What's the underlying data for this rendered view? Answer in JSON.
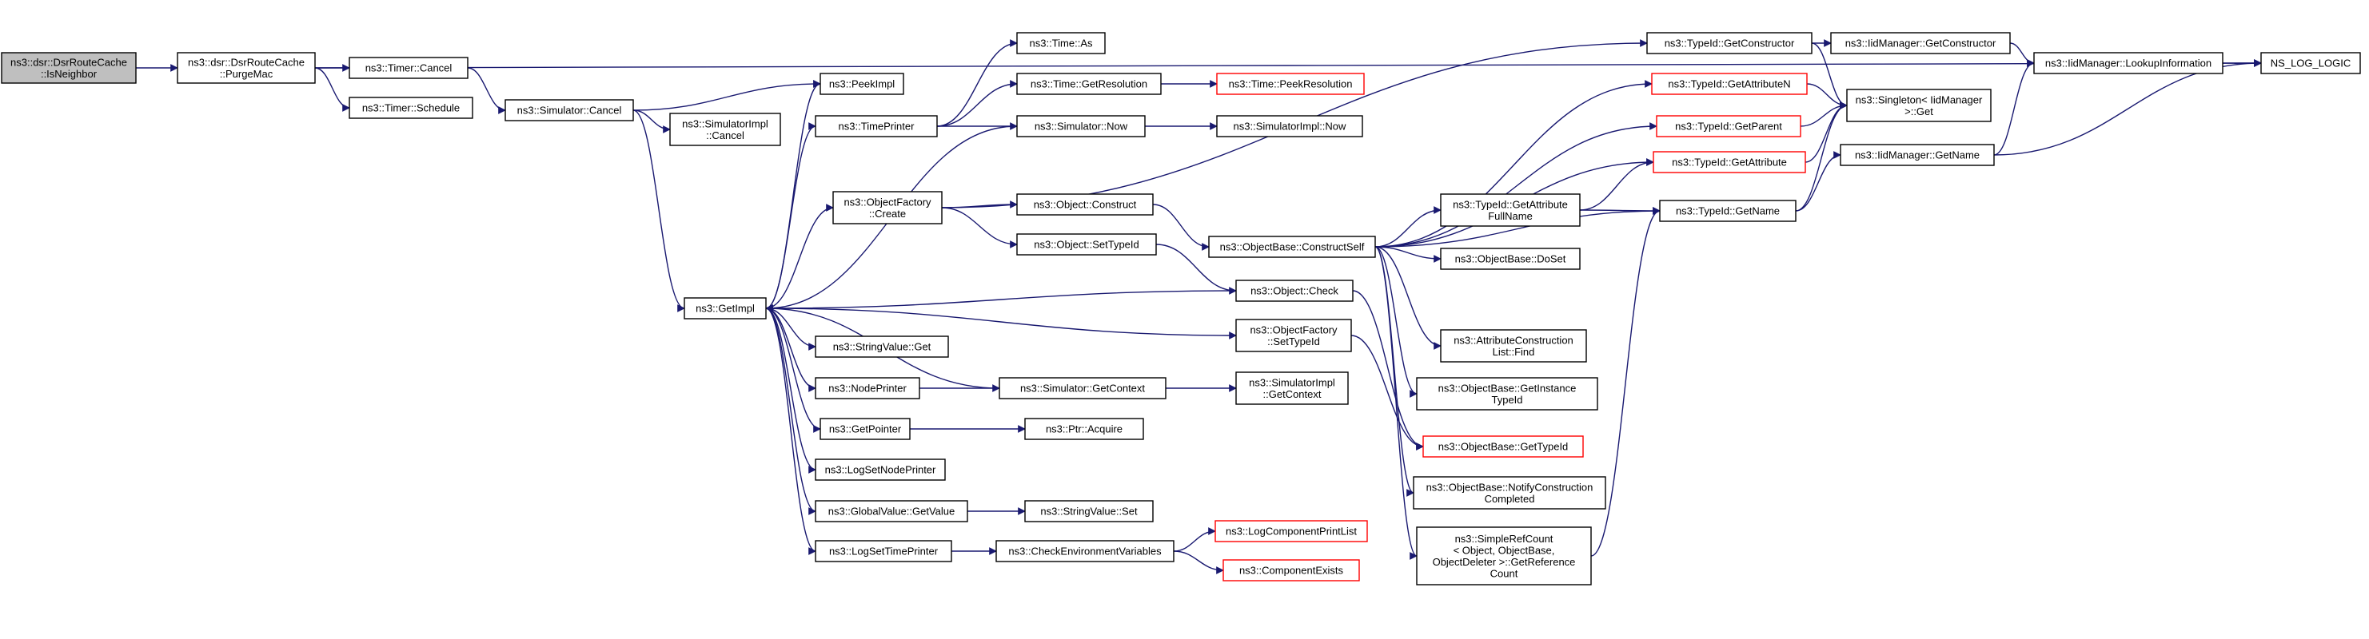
{
  "colors": {
    "edge": "#191970",
    "box_normal": "#000000",
    "box_truncated": "#ff0000",
    "root_fill": "#bfbfbf",
    "fill": "#ffffff"
  },
  "nodes": [
    {
      "id": "isneighbor",
      "lines": [
        "ns3::dsr::DsrRouteCache",
        "::IsNeighbor"
      ],
      "style": "root"
    },
    {
      "id": "purgemac",
      "lines": [
        "ns3::dsr::DsrRouteCache",
        "::PurgeMac"
      ],
      "style": "normal"
    },
    {
      "id": "timercancel",
      "lines": [
        "ns3::Timer::Cancel"
      ],
      "style": "normal"
    },
    {
      "id": "timerschedule",
      "lines": [
        "ns3::Timer::Schedule"
      ],
      "style": "normal"
    },
    {
      "id": "simcancel",
      "lines": [
        "ns3::Simulator::Cancel"
      ],
      "style": "normal"
    },
    {
      "id": "simimplcancel",
      "lines": [
        "ns3::SimulatorImpl",
        "::Cancel"
      ],
      "style": "normal"
    },
    {
      "id": "peekimpl",
      "lines": [
        "ns3::PeekImpl"
      ],
      "style": "normal"
    },
    {
      "id": "getimpl",
      "lines": [
        "ns3::GetImpl"
      ],
      "style": "normal"
    },
    {
      "id": "timeprinter",
      "lines": [
        "ns3::TimePrinter"
      ],
      "style": "normal"
    },
    {
      "id": "timeas",
      "lines": [
        "ns3::Time::As"
      ],
      "style": "normal"
    },
    {
      "id": "timegetres",
      "lines": [
        "ns3::Time::GetResolution"
      ],
      "style": "normal"
    },
    {
      "id": "timepeekres",
      "lines": [
        "ns3::Time::PeekResolution"
      ],
      "style": "truncated"
    },
    {
      "id": "simnow",
      "lines": [
        "ns3::Simulator::Now"
      ],
      "style": "normal"
    },
    {
      "id": "simimplnow",
      "lines": [
        "ns3::SimulatorImpl::Now"
      ],
      "style": "normal"
    },
    {
      "id": "objfactcreate",
      "lines": [
        "ns3::ObjectFactory",
        "::Create"
      ],
      "style": "normal"
    },
    {
      "id": "objconstruct",
      "lines": [
        "ns3::Object::Construct"
      ],
      "style": "normal"
    },
    {
      "id": "objsettypeid",
      "lines": [
        "ns3::Object::SetTypeId"
      ],
      "style": "normal"
    },
    {
      "id": "objbaseconstructself",
      "lines": [
        "ns3::ObjectBase::ConstructSelf"
      ],
      "style": "normal"
    },
    {
      "id": "objcheck",
      "lines": [
        "ns3::Object::Check"
      ],
      "style": "normal"
    },
    {
      "id": "objfactsettypeid",
      "lines": [
        "ns3::ObjectFactory",
        "::SetTypeId"
      ],
      "style": "normal"
    },
    {
      "id": "stringvalueget",
      "lines": [
        "ns3::StringValue::Get"
      ],
      "style": "normal"
    },
    {
      "id": "nodeprinter",
      "lines": [
        "ns3::NodePrinter"
      ],
      "style": "normal"
    },
    {
      "id": "simgetcontext",
      "lines": [
        "ns3::Simulator::GetContext"
      ],
      "style": "normal"
    },
    {
      "id": "simimplgetcontext",
      "lines": [
        "ns3::SimulatorImpl",
        "::GetContext"
      ],
      "style": "normal"
    },
    {
      "id": "getpointer",
      "lines": [
        "ns3::GetPointer"
      ],
      "style": "normal"
    },
    {
      "id": "ptracquire",
      "lines": [
        "ns3::Ptr::Acquire"
      ],
      "style": "normal"
    },
    {
      "id": "logsetnodeprinter",
      "lines": [
        "ns3::LogSetNodePrinter"
      ],
      "style": "normal"
    },
    {
      "id": "globalvaluegetvalue",
      "lines": [
        "ns3::GlobalValue::GetValue"
      ],
      "style": "normal"
    },
    {
      "id": "stringvalueset",
      "lines": [
        "ns3::StringValue::Set"
      ],
      "style": "normal"
    },
    {
      "id": "logsettimeprinter",
      "lines": [
        "ns3::LogSetTimePrinter"
      ],
      "style": "normal"
    },
    {
      "id": "checkenvvars",
      "lines": [
        "ns3::CheckEnvironmentVariables"
      ],
      "style": "normal"
    },
    {
      "id": "logcomponentprintlist",
      "lines": [
        "ns3::LogComponentPrintList"
      ],
      "style": "truncated"
    },
    {
      "id": "componentexists",
      "lines": [
        "ns3::ComponentExists"
      ],
      "style": "truncated"
    },
    {
      "id": "typeidgetconstructor",
      "lines": [
        "ns3::TypeId::GetConstructor"
      ],
      "style": "normal"
    },
    {
      "id": "typeidgetattributen",
      "lines": [
        "ns3::TypeId::GetAttributeN"
      ],
      "style": "truncated"
    },
    {
      "id": "typeidgetparent",
      "lines": [
        "ns3::TypeId::GetParent"
      ],
      "style": "truncated"
    },
    {
      "id": "typeidgetattribute",
      "lines": [
        "ns3::TypeId::GetAttribute"
      ],
      "style": "truncated"
    },
    {
      "id": "typeidgetattrfullname",
      "lines": [
        "ns3::TypeId::GetAttribute",
        "FullName"
      ],
      "style": "normal"
    },
    {
      "id": "typeidgetname",
      "lines": [
        "ns3::TypeId::GetName"
      ],
      "style": "normal"
    },
    {
      "id": "objbasedoset",
      "lines": [
        "ns3::ObjectBase::DoSet"
      ],
      "style": "normal"
    },
    {
      "id": "attrconstructionlistfind",
      "lines": [
        "ns3::AttributeConstruction",
        "List::Find"
      ],
      "style": "normal"
    },
    {
      "id": "objbasegetinstancetypeid",
      "lines": [
        "ns3::ObjectBase::GetInstance",
        "TypeId"
      ],
      "style": "normal"
    },
    {
      "id": "objbasegettypeid",
      "lines": [
        "ns3::ObjectBase::GetTypeId"
      ],
      "style": "truncated"
    },
    {
      "id": "objbasenotifyconstruction",
      "lines": [
        "ns3::ObjectBase::NotifyConstruction",
        "Completed"
      ],
      "style": "normal"
    },
    {
      "id": "simplerefcount",
      "lines": [
        "ns3::SimpleRefCount",
        "< Object, ObjectBase,",
        "ObjectDeleter >::GetReference",
        "Count"
      ],
      "style": "normal"
    },
    {
      "id": "iidmanagergetconstructor",
      "lines": [
        "ns3::IidManager::GetConstructor"
      ],
      "style": "normal"
    },
    {
      "id": "singletonget",
      "lines": [
        "ns3::Singleton< IidManager",
        " >::Get"
      ],
      "style": "normal"
    },
    {
      "id": "iidmanagergetname",
      "lines": [
        "ns3::IidManager::GetName"
      ],
      "style": "normal"
    },
    {
      "id": "iidmanagerlookup",
      "lines": [
        "ns3::IidManager::LookupInformation"
      ],
      "style": "normal"
    },
    {
      "id": "nsloglogic",
      "lines": [
        "NS_LOG_LOGIC"
      ],
      "style": "normal"
    }
  ],
  "edges": [
    [
      "isneighbor",
      "purgemac"
    ],
    [
      "purgemac",
      "timercancel"
    ],
    [
      "purgemac",
      "timerschedule"
    ],
    [
      "purgemac",
      "nsloglogic"
    ],
    [
      "timercancel",
      "simcancel"
    ],
    [
      "simcancel",
      "simimplcancel"
    ],
    [
      "simcancel",
      "peekimpl"
    ],
    [
      "simcancel",
      "getimpl"
    ],
    [
      "getimpl",
      "peekimpl"
    ],
    [
      "getimpl",
      "timeprinter"
    ],
    [
      "getimpl",
      "objfactcreate"
    ],
    [
      "getimpl",
      "stringvalueget"
    ],
    [
      "getimpl",
      "nodeprinter"
    ],
    [
      "getimpl",
      "getpointer"
    ],
    [
      "getimpl",
      "logsetnodeprinter"
    ],
    [
      "getimpl",
      "globalvaluegetvalue"
    ],
    [
      "getimpl",
      "logsettimeprinter"
    ],
    [
      "getimpl",
      "objfactsettypeid"
    ],
    [
      "timeprinter",
      "timeas"
    ],
    [
      "timeprinter",
      "timegetres"
    ],
    [
      "timeprinter",
      "simnow"
    ],
    [
      "timegetres",
      "timepeekres"
    ],
    [
      "simnow",
      "simimplnow"
    ],
    [
      "simnow",
      "getimpl"
    ],
    [
      "objfactcreate",
      "objconstruct"
    ],
    [
      "objfactcreate",
      "objsettypeid"
    ],
    [
      "objfactcreate",
      "typeidgetconstructor"
    ],
    [
      "objconstruct",
      "objbaseconstructself"
    ],
    [
      "objsettypeid",
      "objcheck"
    ],
    [
      "objcheck",
      "getimpl"
    ],
    [
      "objcheck",
      "objbasegettypeid"
    ],
    [
      "objfactsettypeid",
      "objbasegettypeid"
    ],
    [
      "nodeprinter",
      "simgetcontext"
    ],
    [
      "simgetcontext",
      "simimplgetcontext"
    ],
    [
      "simgetcontext",
      "getimpl"
    ],
    [
      "getpointer",
      "ptracquire"
    ],
    [
      "globalvaluegetvalue",
      "stringvalueset"
    ],
    [
      "logsettimeprinter",
      "checkenvvars"
    ],
    [
      "checkenvvars",
      "logcomponentprintlist"
    ],
    [
      "checkenvvars",
      "componentexists"
    ],
    [
      "objbaseconstructself",
      "typeidgetattributen"
    ],
    [
      "objbaseconstructself",
      "typeidgetparent"
    ],
    [
      "objbaseconstructself",
      "typeidgetattribute"
    ],
    [
      "objbaseconstructself",
      "typeidgetattrfullname"
    ],
    [
      "objbaseconstructself",
      "typeidgetname"
    ],
    [
      "objbaseconstructself",
      "objbasedoset"
    ],
    [
      "objbaseconstructself",
      "attrconstructionlistfind"
    ],
    [
      "objbaseconstructself",
      "objbasegetinstancetypeid"
    ],
    [
      "objbaseconstructself",
      "objbasenotifyconstruction"
    ],
    [
      "objbaseconstructself",
      "simplerefcount"
    ],
    [
      "simplerefcount",
      "typeidgetname"
    ],
    [
      "typeidgetattrfullname",
      "typeidgetattribute"
    ],
    [
      "typeidgetattrfullname",
      "typeidgetname"
    ],
    [
      "typeidgetconstructor",
      "iidmanagergetconstructor"
    ],
    [
      "typeidgetconstructor",
      "singletonget"
    ],
    [
      "typeidgetattributen",
      "singletonget"
    ],
    [
      "typeidgetparent",
      "singletonget"
    ],
    [
      "typeidgetattribute",
      "singletonget"
    ],
    [
      "typeidgetname",
      "singletonget"
    ],
    [
      "typeidgetname",
      "iidmanagergetname"
    ],
    [
      "iidmanagergetconstructor",
      "iidmanagerlookup"
    ],
    [
      "iidmanagergetname",
      "iidmanagerlookup"
    ],
    [
      "iidmanagergetname",
      "nsloglogic"
    ],
    [
      "iidmanagerlookup",
      "nsloglogic"
    ]
  ]
}
